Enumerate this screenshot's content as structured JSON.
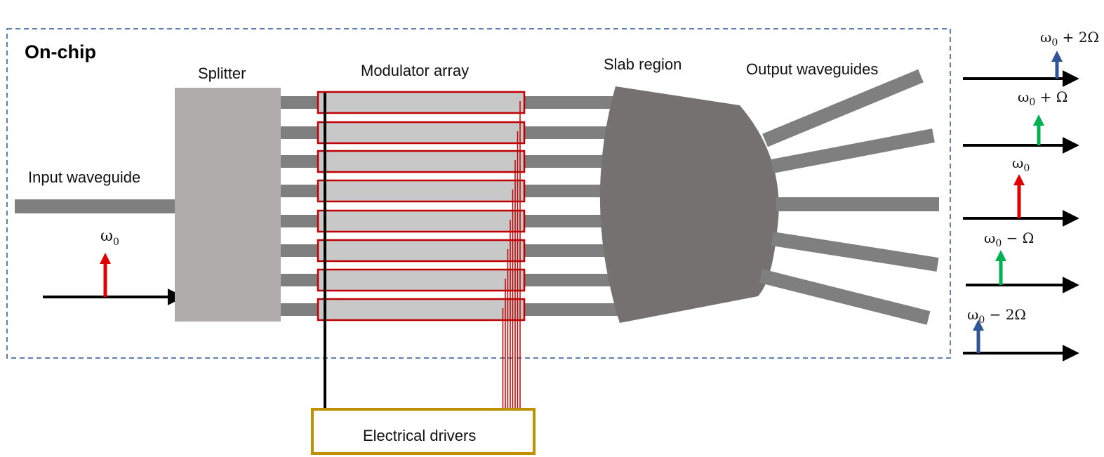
{
  "labels": {
    "on_chip": "On-chip",
    "splitter": "Splitter",
    "modulator_array": "Modulator array",
    "slab_region": "Slab region",
    "output_waveguides": "Output waveguides",
    "input_waveguide": "Input waveguide",
    "electrical_drivers": "Electrical drivers"
  },
  "input_frequency": {
    "symbol": "ω",
    "subscript": "0",
    "color": "#e00000"
  },
  "output_frequencies": [
    {
      "symbol": "ω",
      "subscript": "0",
      "suffix": " + 2Ω",
      "color": "#2f5597"
    },
    {
      "symbol": "ω",
      "subscript": "0",
      "suffix": " + Ω",
      "color": "#00b050"
    },
    {
      "symbol": "ω",
      "subscript": "0",
      "suffix": "",
      "color": "#e00000"
    },
    {
      "symbol": "ω",
      "subscript": "0",
      "suffix": " − Ω",
      "color": "#00b050"
    },
    {
      "symbol": "ω",
      "subscript": "0",
      "suffix": " − 2Ω",
      "color": "#2f5597"
    }
  ],
  "colors": {
    "chip_border": "#2f5597",
    "splitter": "#b0acac",
    "waveguide": "#7f7f7f",
    "slab": "#767171",
    "modulator_fill": "#c8c8c8",
    "modulator_border": "#c00000",
    "driver_border": "#bf9000",
    "axis": "#000000"
  },
  "modulator_count": 8,
  "output_waveguide_count": 5
}
